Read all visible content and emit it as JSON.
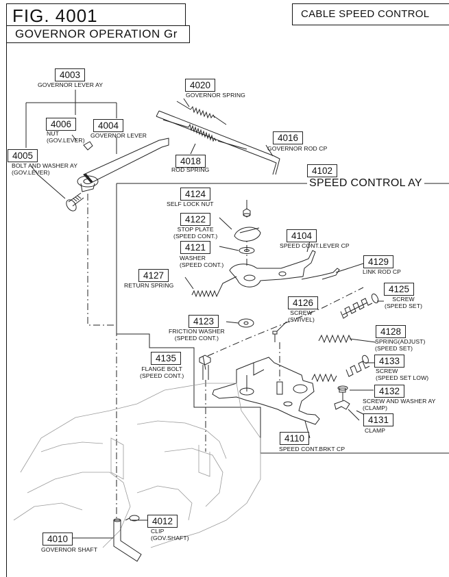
{
  "header": {
    "figure": "FIG. 4001",
    "group": "GOVERNOR OPERATION Gr",
    "section": "CABLE SPEED CONTROL"
  },
  "assembly": {
    "number": "4102",
    "name": "SPEED CONTROL AY"
  },
  "parts": {
    "p4003": {
      "number": "4003",
      "name": [
        "GOVERNOR LEVER AY"
      ]
    },
    "p4006": {
      "number": "4006",
      "name": [
        "NUT",
        "(GOV.LEVER)"
      ]
    },
    "p4004": {
      "number": "4004",
      "name": [
        "GOVERNOR LEVER"
      ]
    },
    "p4005": {
      "number": "4005",
      "name": [
        "BOLT AND WASHER AY",
        "(GOV.LEVER)"
      ]
    },
    "p4020": {
      "number": "4020",
      "name": [
        "GOVERNOR SPRING"
      ]
    },
    "p4018": {
      "number": "4018",
      "name": [
        "ROD SPRING"
      ]
    },
    "p4016": {
      "number": "4016",
      "name": [
        "GOVERNOR ROD CP"
      ]
    },
    "p4124": {
      "number": "4124",
      "name": [
        "SELF LOCK NUT"
      ]
    },
    "p4122": {
      "number": "4122",
      "name": [
        "STOP PLATE",
        "(SPEED CONT.)"
      ]
    },
    "p4104": {
      "number": "4104",
      "name": [
        "SPEED CONT.LEVER CP"
      ]
    },
    "p4121": {
      "number": "4121",
      "name": [
        "WASHER",
        "(SPEED CONT.)"
      ]
    },
    "p4129": {
      "number": "4129",
      "name": [
        "LINK ROD CP"
      ]
    },
    "p4127": {
      "number": "4127",
      "name": [
        "RETURN SPRING"
      ]
    },
    "p4125": {
      "number": "4125",
      "name": [
        "SCREW",
        "(SPEED SET)"
      ]
    },
    "p4126": {
      "number": "4126",
      "name": [
        "SCREW",
        "(SWIVEL)"
      ]
    },
    "p4123": {
      "number": "4123",
      "name": [
        "FRICTION WASHER",
        "(SPEED CONT.)"
      ]
    },
    "p4128": {
      "number": "4128",
      "name": [
        "SPRING(ADJUST)",
        "(SPEED SET)"
      ]
    },
    "p4135": {
      "number": "4135",
      "name": [
        "FLANGE BOLT",
        "(SPEED CONT.)"
      ]
    },
    "p4133": {
      "number": "4133",
      "name": [
        "SCREW",
        "(SPEED SET LOW)"
      ]
    },
    "p4132": {
      "number": "4132",
      "name": [
        "SCREW AND WASHER AY",
        "(CLAMP)"
      ]
    },
    "p4131": {
      "number": "4131",
      "name": [
        "CLAMP"
      ]
    },
    "p4110": {
      "number": "4110",
      "name": [
        "SPEED CONT.BRKT CP"
      ]
    },
    "p4012": {
      "number": "4012",
      "name": [
        "CLIP",
        "(GOV.SHAFT)"
      ]
    },
    "p4010": {
      "number": "4010",
      "name": [
        "GOVERNOR SHAFT"
      ]
    }
  }
}
